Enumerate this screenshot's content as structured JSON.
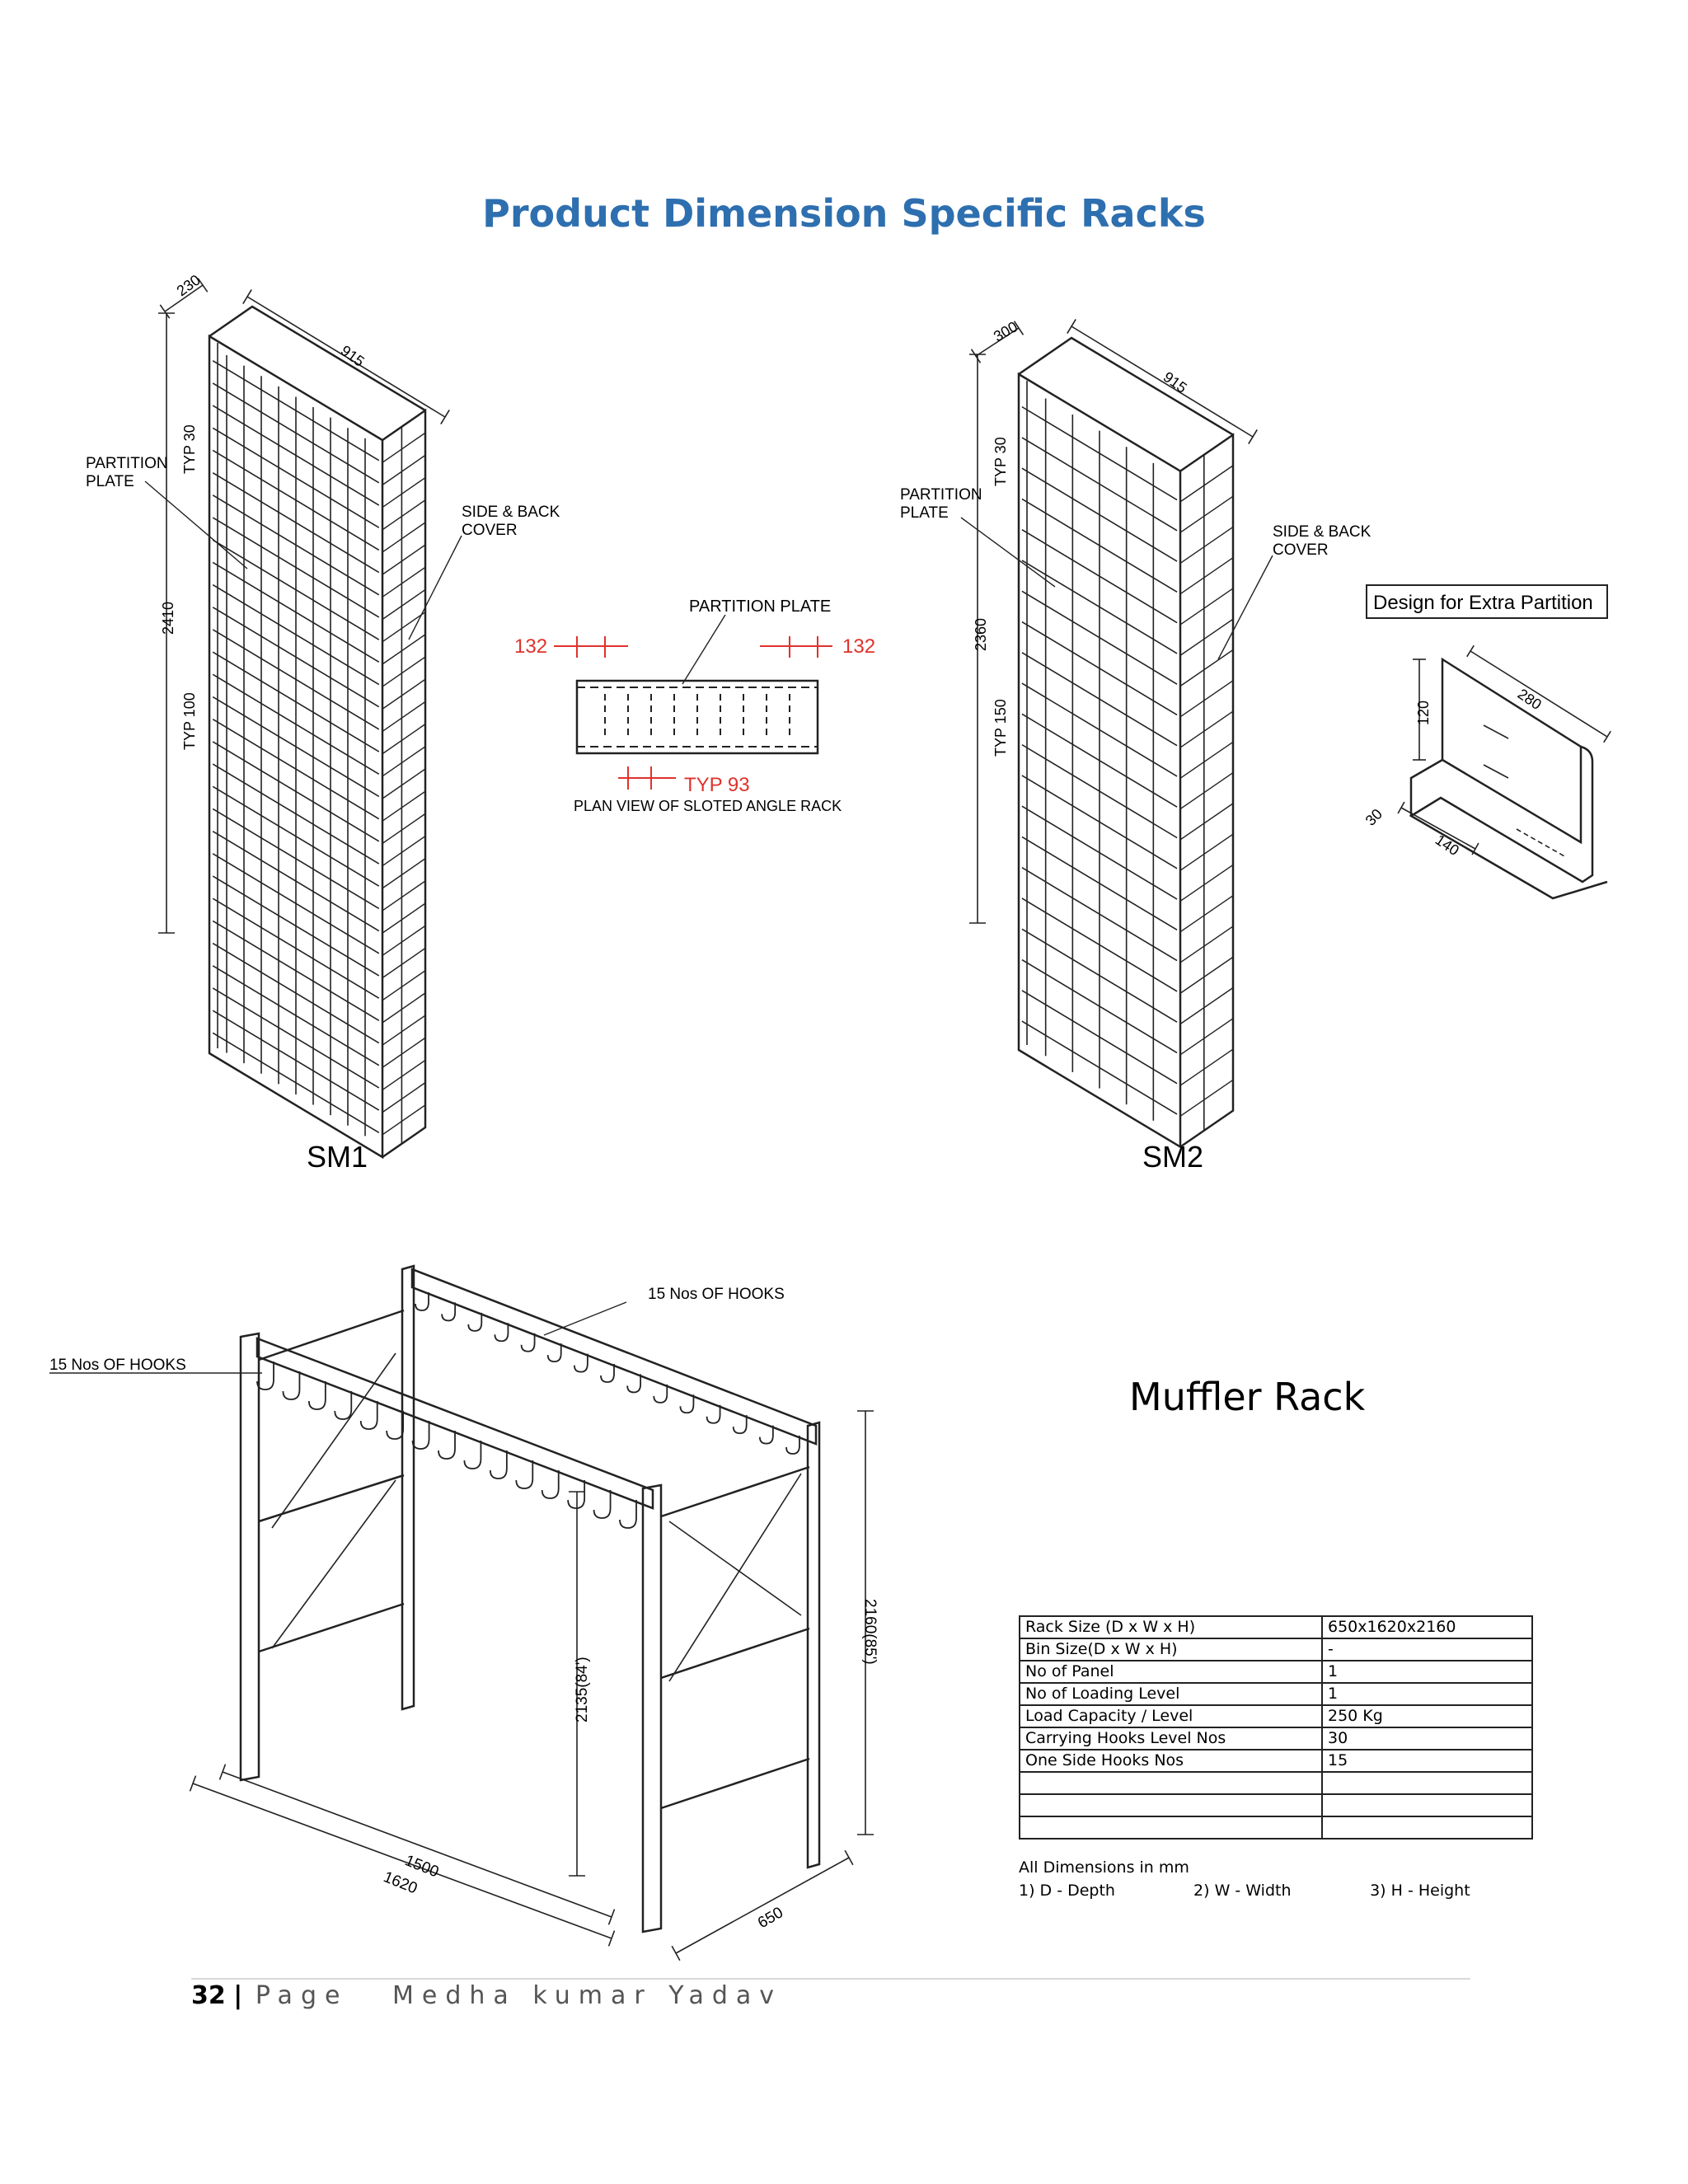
{
  "page": {
    "title": "Product Dimension Specific Racks",
    "footer_page_num": "32",
    "footer_sep": "|",
    "footer_page_word": "Page",
    "footer_author": "Medha kumar Yadav"
  },
  "sm1": {
    "caption": "SM1",
    "dim_depth": "230",
    "dim_width": "915",
    "dim_height": "2410",
    "typ_top": "TYP 30",
    "typ_bottom": "TYP 100",
    "partition_label_1": "PARTITION",
    "partition_label_2": "PLATE",
    "cover_label_1": "SIDE & BACK",
    "cover_label_2": "COVER"
  },
  "plan_view": {
    "label": "PARTITION PLATE",
    "dim_left": "132",
    "dim_right": "132",
    "typ": "TYP 93",
    "caption": "PLAN VIEW OF SLOTED ANGLE RACK"
  },
  "sm2": {
    "caption": "SM2",
    "dim_depth": "300",
    "dim_width": "915",
    "dim_height": "2360",
    "typ_top": "TYP 30",
    "typ_bottom": "TYP 150",
    "partition_label_1": "PARTITION",
    "partition_label_2": "PLATE",
    "cover_label_1": "SIDE & BACK",
    "cover_label_2": "COVER"
  },
  "extra_partition": {
    "label": "Design for Extra Partition",
    "dim_height": "120",
    "dim_width": "280",
    "dim_lip": "30",
    "dim_depth": "140"
  },
  "muffler": {
    "title": "Muffler Rack",
    "hooks_back": "15 Nos OF HOOKS",
    "hooks_front": "15 Nos OF HOOKS",
    "dim_height_outer": "2160(85')",
    "dim_height_inner": "2135(84')",
    "dim_width_inner": "1500",
    "dim_width_outer": "1620",
    "dim_depth": "650",
    "table": [
      [
        "Rack Size (D x W x H)",
        "650x1620x2160"
      ],
      [
        "Bin Size(D x W x H)",
        "-"
      ],
      [
        "No of Panel",
        "1"
      ],
      [
        "No of Loading Level",
        "1"
      ],
      [
        "Load Capacity / Level",
        "250 Kg"
      ],
      [
        "Carrying Hooks Level Nos",
        "30"
      ],
      [
        "One Side Hooks Nos",
        "15"
      ],
      [
        "",
        ""
      ],
      [
        "",
        ""
      ],
      [
        "",
        ""
      ]
    ],
    "note_1": "All Dimensions in mm",
    "note_d": "1) D - Depth",
    "note_w": "2) W - Width",
    "note_h": "3) H - Height"
  },
  "colors": {
    "title": "#2e6faf",
    "dimension_red": "#e0322b",
    "line": "#222222"
  }
}
